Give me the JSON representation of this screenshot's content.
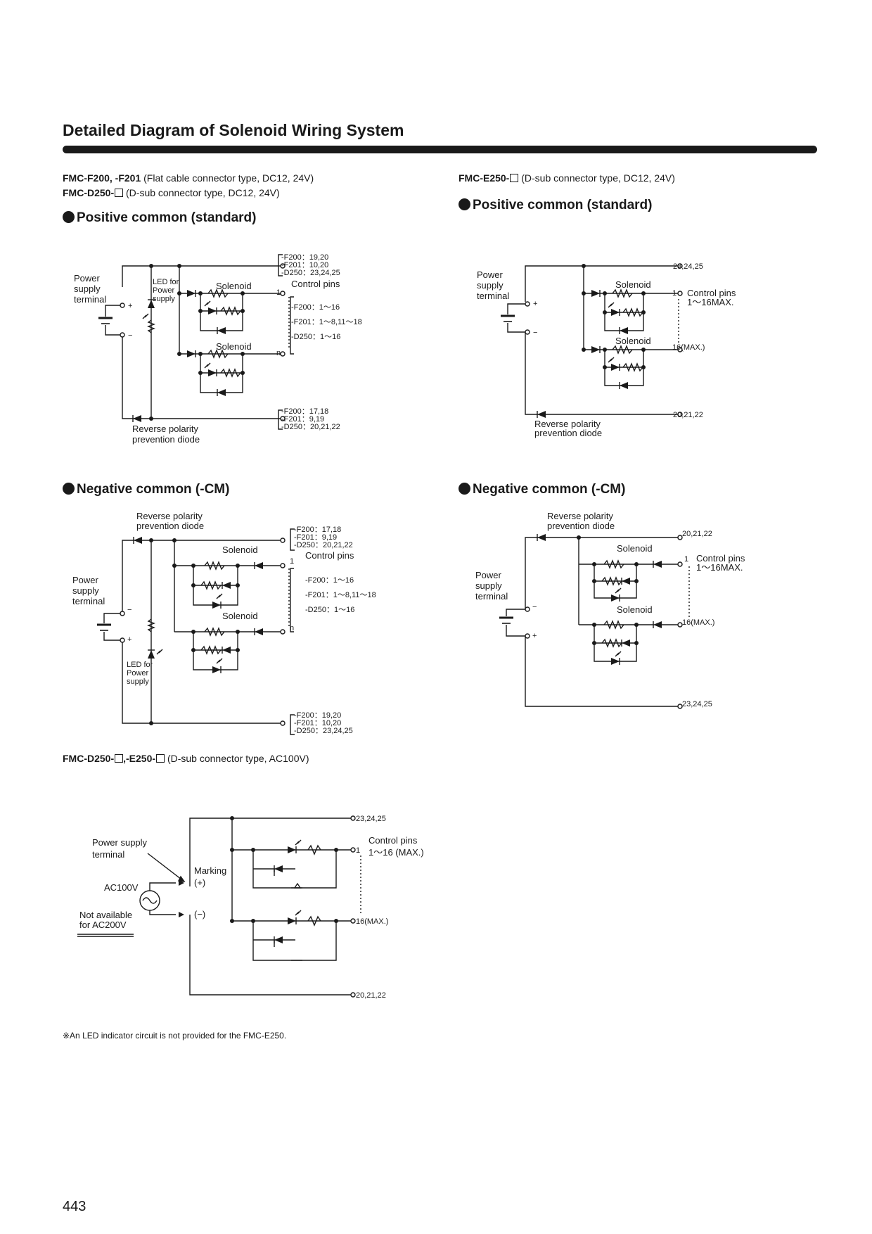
{
  "page": {
    "title": "Detailed Diagram of Solenoid Wiring System",
    "page_number": "443",
    "footnote": "※An LED indicator circuit is not provided for the FMC-E250."
  },
  "dc_flat": {
    "model_line1_bold": "FMC-F200, -F201",
    "model_line1_rest": "(Flat cable connector type, DC12, 24V)",
    "model_line2_bold": "FMC-D250-",
    "model_line2_rest": "(D-sub connector type, DC12, 24V)"
  },
  "dc_dsub": {
    "model_bold": "FMC-E250-",
    "model_rest": "(D-sub connector type, DC12, 24V)"
  },
  "ac": {
    "model_bold_a": "FMC-D250-",
    "model_bold_b": ",-E250-",
    "model_rest": "(D-sub connector type, AC100V)"
  },
  "sections": {
    "positive": "Positive common (standard)",
    "negative": "Negative common (-CM)"
  },
  "labels": {
    "power_supply_terminal": [
      "Power",
      "supply",
      "terminal"
    ],
    "led_for_power_supply": [
      "LED for",
      "Power",
      "supply"
    ],
    "solenoid": "Solenoid",
    "control_pins": "Control pins",
    "control_pins_max": "1〜16MAX.",
    "reverse_polarity": [
      "Reverse polarity",
      "prevention diode"
    ],
    "pin_1": "1",
    "pin_n": "n",
    "pin_16max": "16(MAX.)",
    "plus": "+",
    "minus": "−",
    "pins_23_24_25": "23,24,25",
    "pins_20_21_22": "20,21,22"
  },
  "pin_groups": {
    "common_pos": [
      "-F200：19,20",
      "-F201：10,20",
      "-D250：23,24,25"
    ],
    "common_neg": [
      "-F200：17,18",
      "-F201：9,19",
      "-D250：20,21,22"
    ],
    "control": [
      "-F200：1〜16",
      "-F201：1〜8,11〜18",
      "-D250：1〜16"
    ]
  },
  "ac_labels": {
    "power_supply_terminal": [
      "Power supply",
      "terminal"
    ],
    "ac100v": "AC100V",
    "marking": "Marking",
    "mark_plus": "(+)",
    "mark_minus": "(−)",
    "not_available": [
      "Not available",
      "for AC200V"
    ],
    "control_pins": "Control pins",
    "control_range": "1〜16 (MAX.)",
    "pin_1": "1",
    "pin_16max": "16(MAX.)",
    "pins_23_24_25": "23,24,25",
    "pins_20_21_22": "20,21,22"
  }
}
